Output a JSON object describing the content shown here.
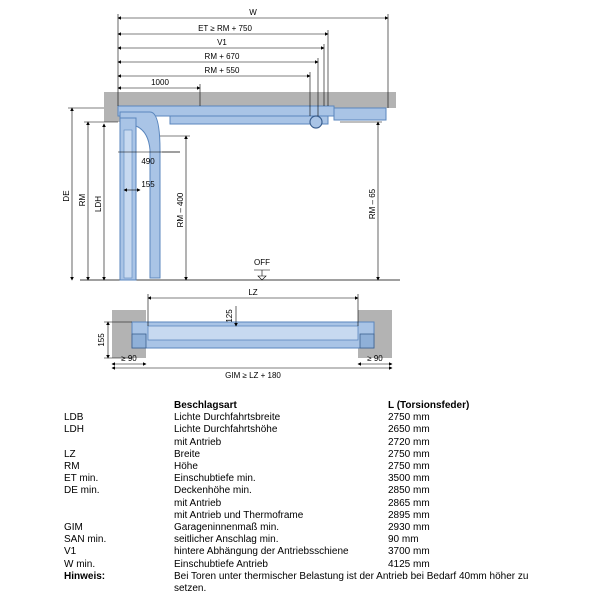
{
  "drawing": {
    "labels": {
      "w": "W",
      "et": "ET ≥ RM + 750",
      "v1": "V1",
      "rm670": "RM + 670",
      "rm550": "RM + 550",
      "d1000": "1000",
      "d490": "490",
      "d155": "155",
      "de": "DE",
      "rm": "RM",
      "ldh": "LDH",
      "rm400": "RM – 400",
      "rm65": "RM – 65",
      "off": "OFF",
      "lz": "LZ",
      "d125": "125",
      "d155b": "155",
      "ge90l": "≥ 90",
      "ge90r": "≥ 90",
      "gim": "GIM ≥ LZ + 180"
    },
    "colors": {
      "door": "#a9c4e6",
      "door_dark": "#5a86bd",
      "wall": "#b3b3b3",
      "line": "#000000"
    }
  },
  "table": {
    "header": {
      "label": "Beschlagsart",
      "value": "L (Torsionsfeder)"
    },
    "rows": [
      {
        "code": "LDB",
        "desc": "Lichte Durchfahrtsbreite",
        "value": "2750 mm"
      },
      {
        "code": "LDH",
        "desc": "Lichte Durchfahrtshöhe",
        "value": "2650 mm"
      },
      {
        "code": "",
        "desc": "mit Antrieb",
        "value": "2720 mm"
      },
      {
        "code": "LZ",
        "desc": "Breite",
        "value": "2750 mm"
      },
      {
        "code": "RM",
        "desc": "Höhe",
        "value": "2750 mm"
      },
      {
        "code": "ET min.",
        "desc": "Einschubtiefe min.",
        "value": "3500 mm"
      },
      {
        "code": "DE min.",
        "desc": "Deckenhöhe min.",
        "value": "2850 mm"
      },
      {
        "code": "",
        "desc": "mit Antrieb",
        "value": "2865 mm"
      },
      {
        "code": "",
        "desc": "mit Antrieb und Thermoframe",
        "value": "2895 mm"
      },
      {
        "code": "GIM",
        "desc": "Garageninnenmaß min.",
        "value": "2930 mm"
      },
      {
        "code": "SAN min.",
        "desc": "seitlicher Anschlag min.",
        "value": "90 mm"
      },
      {
        "code": "V1",
        "desc": "hintere Abhängung der Antriebsschiene",
        "value": "3700 mm"
      },
      {
        "code": "W min.",
        "desc": "Einschubtiefe Antrieb",
        "value": "4125 mm"
      }
    ],
    "note_label": "Hinweis:",
    "note_text": "Bei Toren unter thermischer Belastung ist der Antrieb bei Bedarf 40mm höher zu setzen."
  }
}
